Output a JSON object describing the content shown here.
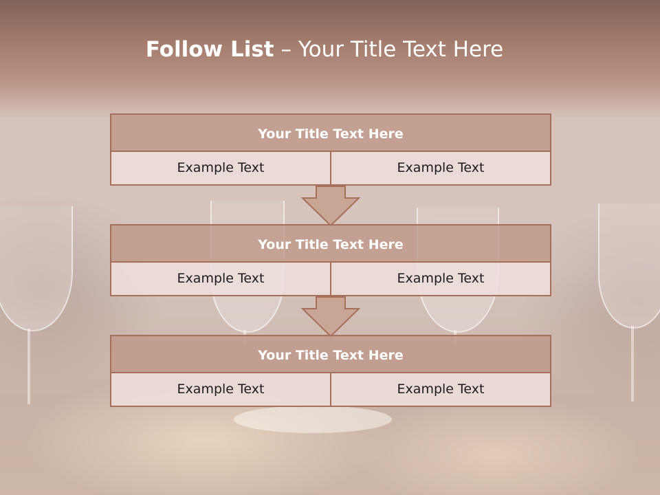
{
  "slide": {
    "title_strong": "Follow List",
    "title_rest": " – Your Title Text Here"
  },
  "blocks": [
    {
      "title": "Your Title Text Here",
      "cells": [
        "Example Text",
        "Example Text"
      ]
    },
    {
      "title": "Your Title Text Here",
      "cells": [
        "Example Text",
        "Example Text"
      ]
    },
    {
      "title": "Your Title Text Here",
      "cells": [
        "Example Text",
        "Example Text"
      ]
    }
  ],
  "colors": {
    "header_fill": "#be9889",
    "border": "#a56f5b",
    "cell_fill": "#ecdedc",
    "arrow_fill": "#c9a595"
  }
}
